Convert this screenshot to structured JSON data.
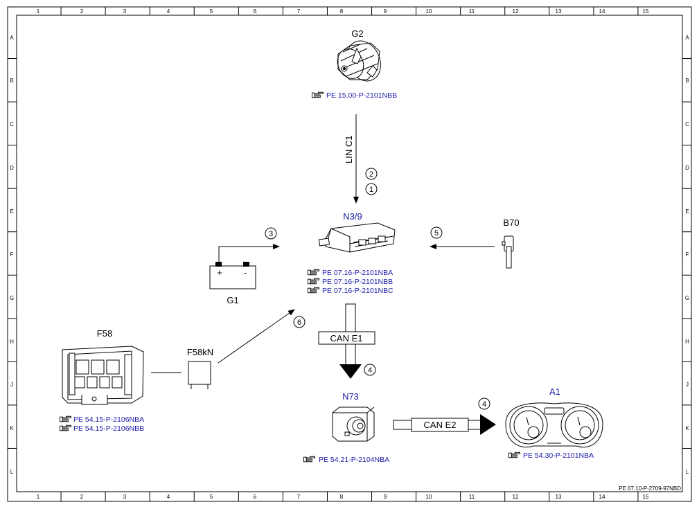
{
  "grid": {
    "columns": [
      "1",
      "2",
      "3",
      "4",
      "5",
      "6",
      "7",
      "8",
      "9",
      "10",
      "11",
      "12",
      "13",
      "14",
      "15"
    ],
    "rows": [
      "A",
      "B",
      "C",
      "D",
      "E",
      "F",
      "G",
      "H",
      "J",
      "K",
      "L"
    ]
  },
  "doc_id": "PE 07.10-P-2709-97NBD",
  "components": {
    "g2": {
      "label": "G2",
      "refs": [
        "PE 15.00-P-2101NBB"
      ]
    },
    "n39": {
      "label": "N3/9",
      "refs": [
        "PE 07.16-P-2101NBA",
        "PE 07.16-P-2101NBB",
        "PE 07.16-P-2101NBC"
      ]
    },
    "b70": {
      "label": "B70"
    },
    "g1": {
      "label": "G1",
      "plus": "+",
      "minus": "-"
    },
    "f58": {
      "label": "F58",
      "refs": [
        "PE 54.15-P-2106NBA",
        "PE 54.15-P-2106NBB"
      ]
    },
    "f58kn": {
      "label": "F58kN"
    },
    "n73": {
      "label": "N73",
      "refs": [
        "PE 54.21-P-2104NBA"
      ]
    },
    "a1": {
      "label": "A1",
      "refs": [
        "PE 54.30-P-2101NBA"
      ]
    }
  },
  "connections": {
    "lin_c1": "LIN C1",
    "can_e1": "CAN E1",
    "can_e2": "CAN E2"
  },
  "markers": {
    "m1": "1",
    "m2": "2",
    "m3": "3",
    "m4a": "4",
    "m4b": "4",
    "m5": "5",
    "m6": "6"
  },
  "colors": {
    "reference_blue": "#1a1aa8",
    "label_blue": "#1a1aa8",
    "line": "#000000"
  },
  "icons": {
    "reference": "pointing-hand-icon"
  }
}
